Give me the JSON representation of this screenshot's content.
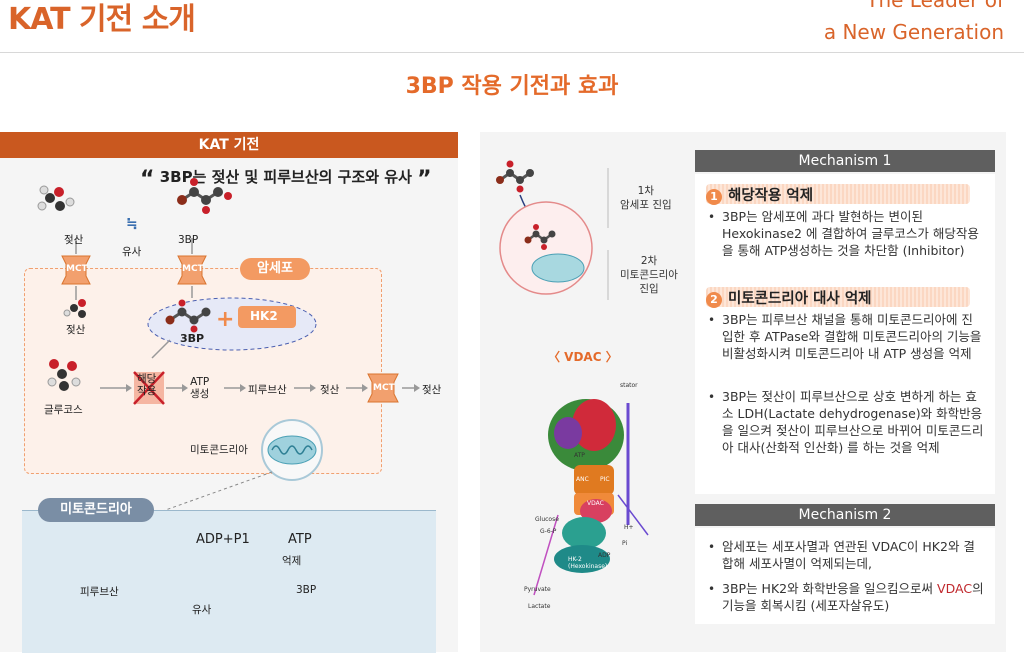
{
  "header": {
    "title": "KAT 기전 소개",
    "slogan_line1": "The Leader of",
    "slogan_line2": "a New Generation"
  },
  "subtitle": "3BP 작용 기전과 효과",
  "left": {
    "header": "KAT 기전",
    "quote_open": "“",
    "quote": "3BP는 젖산 및 피루브산의 구조와 유사",
    "quote_close": "”",
    "labels": {
      "lactate_top": "젖산",
      "similar_top": "유사",
      "bp_top": "3BP",
      "mct": "MCT",
      "cancer_cell": "암세포",
      "lactate_in": "젖산",
      "hk2": "HK2",
      "bp_mid": "3BP",
      "glucose": "글루코스",
      "glycolysis": "해당\n작용",
      "atp_gen": "ATP\n생성",
      "pyruvate": "피루브산",
      "lactate_flow": "젖산",
      "lactate_out": "젖산",
      "mito_label": "미토콘드리아",
      "mito_section": "미토콘드리아",
      "adp": "ADP+P1",
      "atp": "ATP",
      "inhibit": "억제",
      "pyruvate_bottom": "피루브산",
      "similar_bottom": "유사",
      "bp_bottom": "3BP"
    }
  },
  "right": {
    "stage1": "1차\n암세포 진입",
    "stage2": "2차\n미토콘드리아\n진입",
    "vdac_label": "〈 VDAC 〉",
    "vdac_fig": {
      "stator": "stator",
      "vdac": "VDAC",
      "hk2": "HK-2\n(Hexokinase)",
      "glucose": "Glucose",
      "g6p": "G-6-P",
      "pyruvate": "Pyruvate",
      "lactate": "Lactate",
      "adp": "ADP",
      "atp": "ATP",
      "anc": "ANC",
      "pic": "PIC",
      "pi": "Pi",
      "h": "H+"
    },
    "mech1": {
      "title": "Mechanism 1",
      "s1_num": "1",
      "s1_title": "해당작용 억제",
      "s1_text": "3BP는 암세포에 과다 발현하는 변이된 Hexokinase2 에 결합하여 글루코스가 해당작용을 통해 ATP생성하는 것을 차단함 (Inhibitor)",
      "s2_num": "2",
      "s2_title": "미토콘드리아 대사 억제",
      "s2_text1": "3BP는 피루브산 채널을 통해 미토콘드리아에 진입한 후 ATPase와 결합해 미토콘드리아의 기능을 비활성화시켜 미토콘드리아 내 ATP 생성을 억제",
      "s2_text2": "3BP는 젖산이 피루브산으로 상호 변하게 하는 효소 LDH(Lactate dehydrogenase)와 화학반응을 일으켜 젖산이 피루브산으로 바뀌어 미토콘드리아 대사(산화적 인산화) 를 하는 것을 억제"
    },
    "mech2": {
      "title": "Mechanism 2",
      "b1": "암세포는 세포사멸과 연관된 VDAC이 HK2와 결합해 세포사멸이 억제되는데,",
      "b2_pre": "3BP는 HK2와 화학반응을 일으킴으로써",
      "b2_red": "VDAC",
      "b2_post": "의 기능을 회복시킴 (세포자살유도)"
    }
  },
  "colors": {
    "accent": "#d9642a",
    "header_bar": "#c9581f",
    "mechanism_bar": "#5f5f5f",
    "vdac_red": "#c0282d"
  },
  "icons": [
    "molecule-icon",
    "mct-transporter-icon",
    "mitochondria-icon",
    "arrow-icon",
    "vdac-structure-image"
  ]
}
